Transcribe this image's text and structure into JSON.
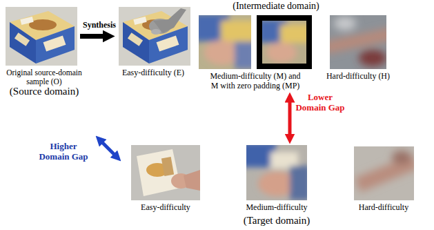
{
  "diagram": {
    "nodes": [
      {
        "text": [
          "Original source-domain sample (O)"
        ]
      },
      {
        "text": [
          "Easy-difficulty (E)"
        ]
      },
      {
        "text": [
          "Medium-difficulty (M) and M with zero padding (MP)"
        ]
      },
      {
        "text": [
          "Hard-difficulty (H)"
        ]
      },
      {
        "text": [
          "Easy-difficulty"
        ]
      },
      {
        "text": [
          "Medium-difficulty"
        ]
      },
      {
        "text": [
          "Hard-difficulty"
        ]
      }
    ],
    "edges": [
      {
        "from": 0,
        "to": 1,
        "label": "Synthesis",
        "arrow": "to"
      },
      {
        "from": 0,
        "to": 4,
        "label": "Higher Domain Gap",
        "arrow": "both"
      },
      {
        "from": 2,
        "to": 5,
        "label": "Lower Domain Gap",
        "arrow": "both"
      }
    ],
    "labels": [
      "(Intermediate domain)",
      "(Source domain)",
      "(Target domain)"
    ]
  }
}
